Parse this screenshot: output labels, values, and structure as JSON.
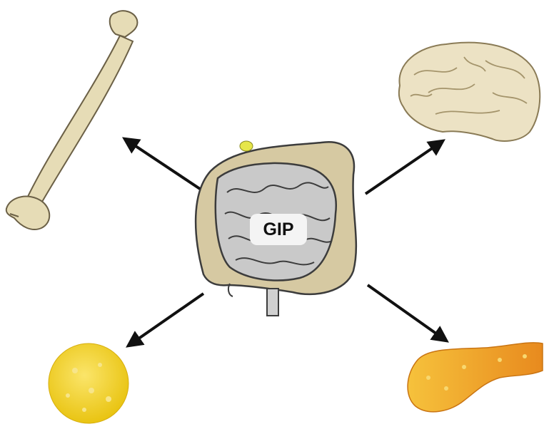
{
  "center": {
    "label": "GIP"
  },
  "targets": [
    {
      "name": "bone",
      "icon": "bone-icon"
    },
    {
      "name": "brain",
      "icon": "brain-icon"
    },
    {
      "name": "fat",
      "icon": "fat-cell-icon"
    },
    {
      "name": "pancreas",
      "icon": "pancreas-icon"
    }
  ],
  "colors": {
    "bone": "#e6dcb6",
    "bone_outline": "#6b6046",
    "brain": "#ece2c4",
    "brain_outline": "#8a7b56",
    "intestine": "#c9c9c9",
    "intestine_outline": "#3c3c3c",
    "colon": "#d6c9a2",
    "fat": "#f2d322",
    "pancreas": "#f0a62a",
    "arrow": "#111111"
  }
}
